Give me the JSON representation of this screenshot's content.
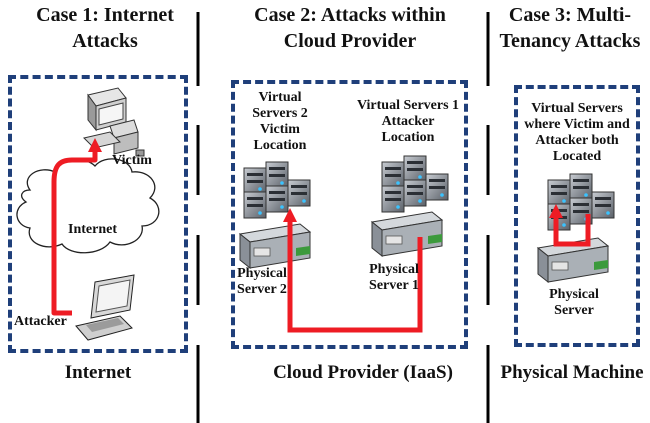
{
  "case1": {
    "title_line1": "Case 1: Internet",
    "title_line2": "Attacks",
    "victim": "Victim",
    "cloud": "Internet",
    "attacker": "Attacker",
    "footer": "Internet"
  },
  "case2": {
    "title_line1": "Case 2: Attacks within",
    "title_line2": "Cloud Provider",
    "vs2_line1": "Virtual",
    "vs2_line2": "Servers 2",
    "vs2_line3": "Victim",
    "vs2_line4": "Location",
    "vs1_line1": "Virtual Servers 1",
    "vs1_line2": "Attacker",
    "vs1_line3": "Location",
    "ps2_line1": "Physical",
    "ps2_line2": "Server 2",
    "ps1_line1": "Physical",
    "ps1_line2": "Server 1",
    "footer": "Cloud Provider (IaaS)"
  },
  "case3": {
    "title_line1": "Case 3: Multi-",
    "title_line2": "Tenancy Attacks",
    "vs_line1": "Virtual Servers",
    "vs_line2": "where Victim and",
    "vs_line3": "Attacker both",
    "vs_line4": "Located",
    "ps_line1": "Physical",
    "ps_line2": "Server",
    "footer": "Physical Machine"
  },
  "colors": {
    "box_border": "#1f3f7a",
    "attack_path": "#ee1c24",
    "divider": "#000000"
  }
}
